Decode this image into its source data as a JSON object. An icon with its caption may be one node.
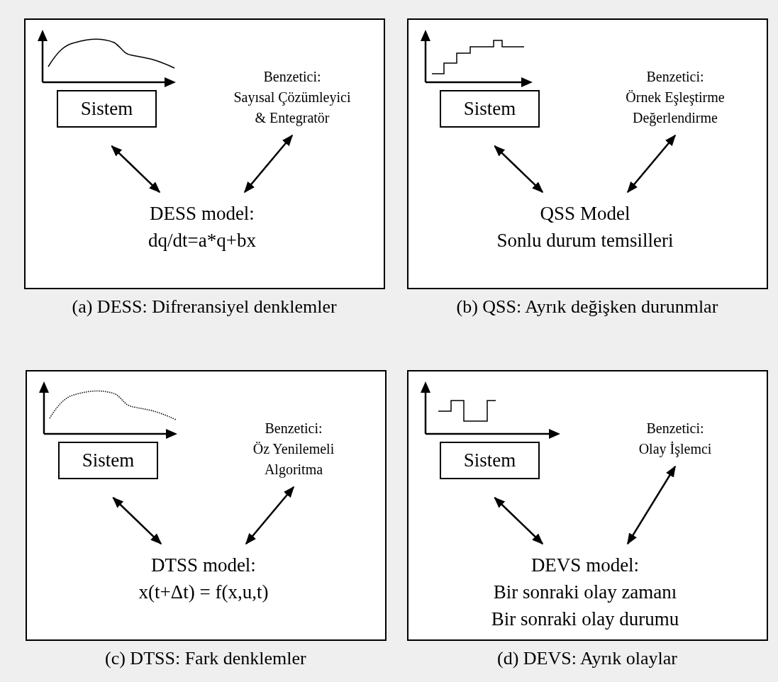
{
  "diagram": {
    "nodes": [
      {
        "text": [],
        "shape": "box",
        "beside": [
          "(a) DESS: Difreransiyel denklemler"
        ]
      },
      {
        "text": [
          "Sistem"
        ],
        "in": 0
      },
      {
        "text": [
          "Benzetici:",
          "Sayısal Çözümleyici & Entegratör"
        ],
        "in": 0
      },
      {
        "text": [
          "DESS model:",
          "dq/dt=a*q+bx"
        ],
        "in": 0
      },
      {
        "text": [],
        "shape": "box",
        "beside": [
          "(b) QSS: Ayrık değişken durunmlar"
        ]
      },
      {
        "text": [
          "Sistem"
        ],
        "in": 4
      },
      {
        "text": [
          "Benzetici:",
          "Örnek Eşleştirme Değerlendirme"
        ],
        "in": 4
      },
      {
        "text": [
          "QSS Model",
          "Sonlu durum temsilleri"
        ],
        "in": 4
      },
      {
        "text": [],
        "shape": "box",
        "beside": [
          "(c) DTSS: Fark denklemler"
        ]
      },
      {
        "text": [
          "Sistem"
        ],
        "in": 8
      },
      {
        "text": [
          "Benzetici:",
          "Öz Yenilemeli Algoritma"
        ],
        "in": 8
      },
      {
        "text": [
          "DTSS model:",
          "x(t+Δt) = f(x,u,t)"
        ],
        "in": 8
      },
      {
        "text": [],
        "shape": "box",
        "beside": [
          "(d) DEVS: Ayrık olaylar"
        ]
      },
      {
        "text": [
          "Sistem"
        ],
        "in": 12
      },
      {
        "text": [
          "Benzetici:",
          "Olay İşlemci"
        ],
        "in": 12
      },
      {
        "text": [
          "DEVS model:",
          "Bir sonraki olay zamanı Bir sonraki olay durumu"
        ],
        "in": 12
      }
    ],
    "edges": [
      {
        "from": 1,
        "to": 3,
        "arrow": "both"
      },
      {
        "from": 3,
        "to": 2,
        "arrow": "both"
      },
      {
        "from": 5,
        "to": 7,
        "arrow": "both"
      },
      {
        "from": 7,
        "to": 6,
        "arrow": "both"
      },
      {
        "from": 9,
        "to": 11,
        "arrow": "both"
      },
      {
        "from": 11,
        "to": 10,
        "arrow": "both"
      },
      {
        "from": 13,
        "to": 15,
        "arrow": "both"
      },
      {
        "from": 15,
        "to": 14,
        "arrow": "both"
      }
    ]
  }
}
